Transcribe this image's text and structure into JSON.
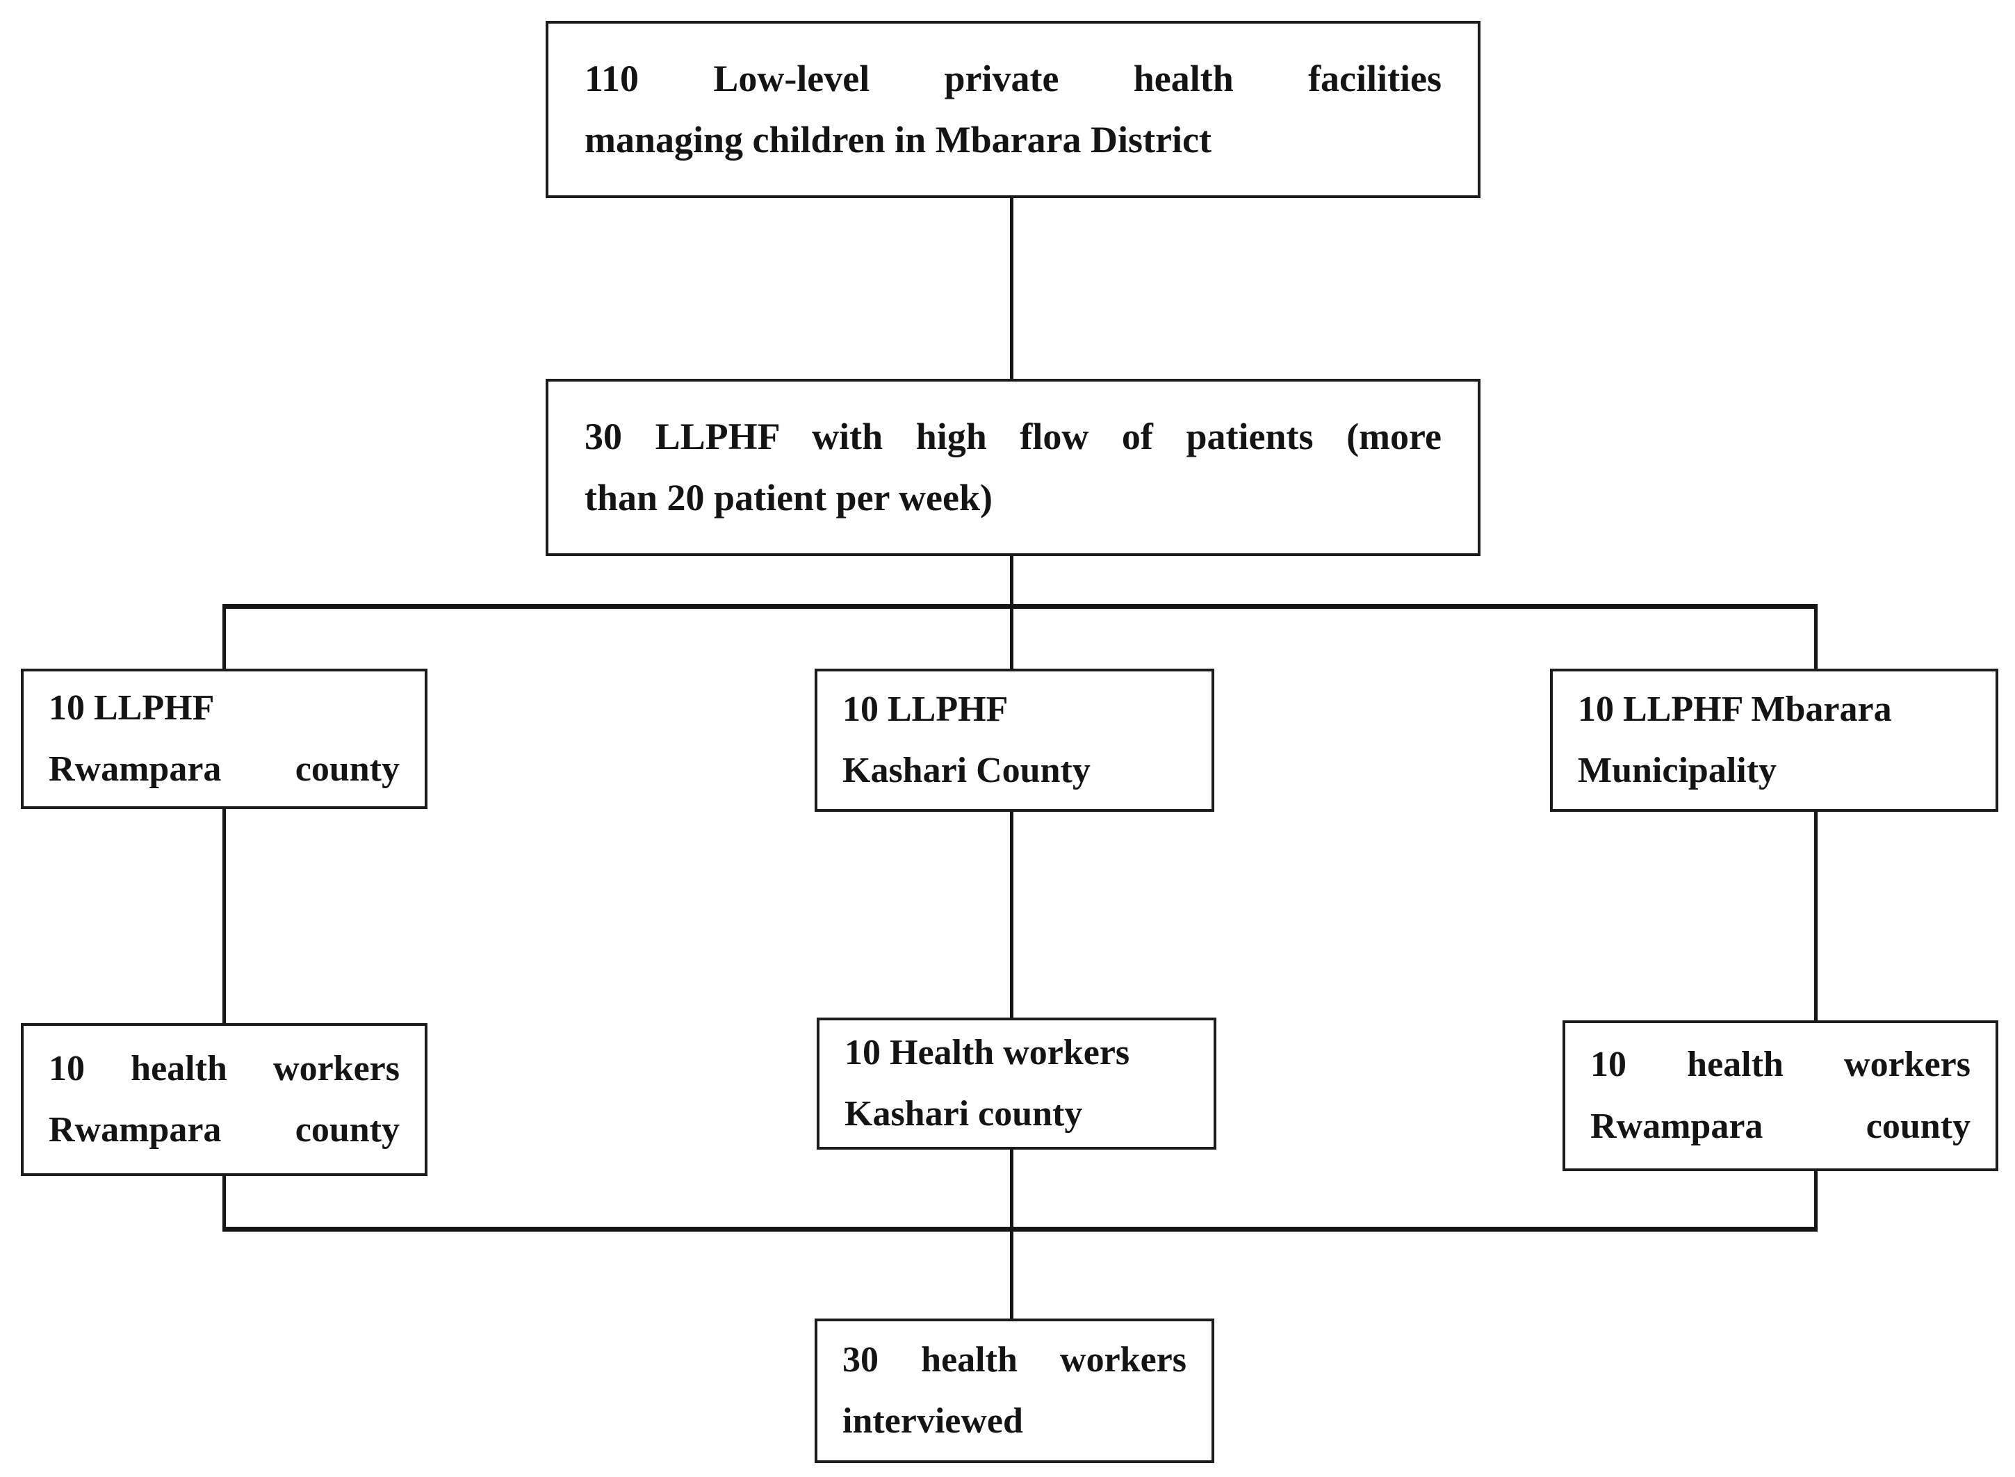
{
  "diagram": {
    "type": "flowchart",
    "topic": "Sampling of low-level private health facilities and health workers, Mbarara District",
    "colors": {
      "background": "#ffffff",
      "border": "#1c1c1c",
      "connector": "#161616",
      "text": "#141414"
    },
    "boxes": [
      {
        "id": "total-llphf",
        "lines": [
          "110 Low-level private health facilities",
          "managing children in Mbarara District"
        ]
      },
      {
        "id": "highflow-llphf",
        "lines": [
          "30 LLPHF with high flow of patients (more",
          "than 20 patient per week)"
        ]
      },
      {
        "id": "llphf-rwampara",
        "lines": [
          "10 LLPHF",
          "Rwampara county"
        ]
      },
      {
        "id": "llphf-kashari",
        "lines": [
          "10 LLPHF",
          "Kashari County"
        ]
      },
      {
        "id": "llphf-mbarara",
        "lines": [
          "10 LLPHF Mbarara",
          "Municipality"
        ]
      },
      {
        "id": "hw-rwampara-left",
        "lines": [
          "10 health workers",
          "Rwampara county"
        ]
      },
      {
        "id": "hw-kashari",
        "lines": [
          "10 Health workers",
          "Kashari county"
        ]
      },
      {
        "id": "hw-rwampara-right",
        "lines": [
          "10 health workers",
          "Rwampara county"
        ]
      },
      {
        "id": "hw-interviewed",
        "lines": [
          "30 health workers",
          "interviewed"
        ]
      }
    ]
  }
}
